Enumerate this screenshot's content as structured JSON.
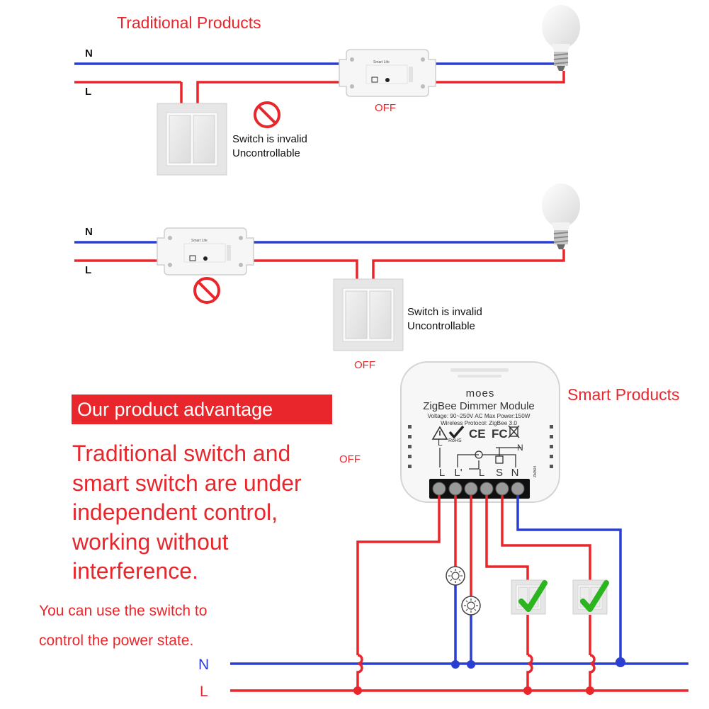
{
  "section1": {
    "title": "Traditional Products",
    "wire_n": "N",
    "wire_l": "L",
    "relay_brand": "Smart Life",
    "note_line1": "Switch is invalid",
    "note_line2": "Uncontrollable",
    "state": "OFF"
  },
  "section2": {
    "wire_n": "N",
    "wire_l": "L",
    "relay_brand": "Smart Life",
    "note_line1": "Switch is invalid",
    "note_line2": "Uncontrollable",
    "state": "OFF"
  },
  "section3": {
    "title": "Smart Products",
    "banner": "Our product advantage",
    "advantage_lines": [
      "Traditional switch and",
      "smart switch are under",
      "independent control,",
      "working without",
      "interference."
    ],
    "sub_lines": [
      "You can use the switch to",
      "control the power state."
    ],
    "state": "OFF",
    "wire_n": "N",
    "wire_l": "L"
  },
  "module": {
    "brand": "moes",
    "name": "ZigBee Dimmer Module",
    "spec1": "Voltage: 90~250V AC Max Power:150W",
    "spec2": "Wireless Protocol: ZigBee 3.0",
    "cert_ce": "CE",
    "cert_fc": "FC",
    "rohs": "RoHS",
    "terminals": [
      "L",
      "L'",
      "L",
      "S",
      "N"
    ]
  },
  "colors": {
    "live": "#e8262b",
    "neutral": "#2a3fd1",
    "accent": "#e8262b",
    "check": "#2bb51f"
  }
}
